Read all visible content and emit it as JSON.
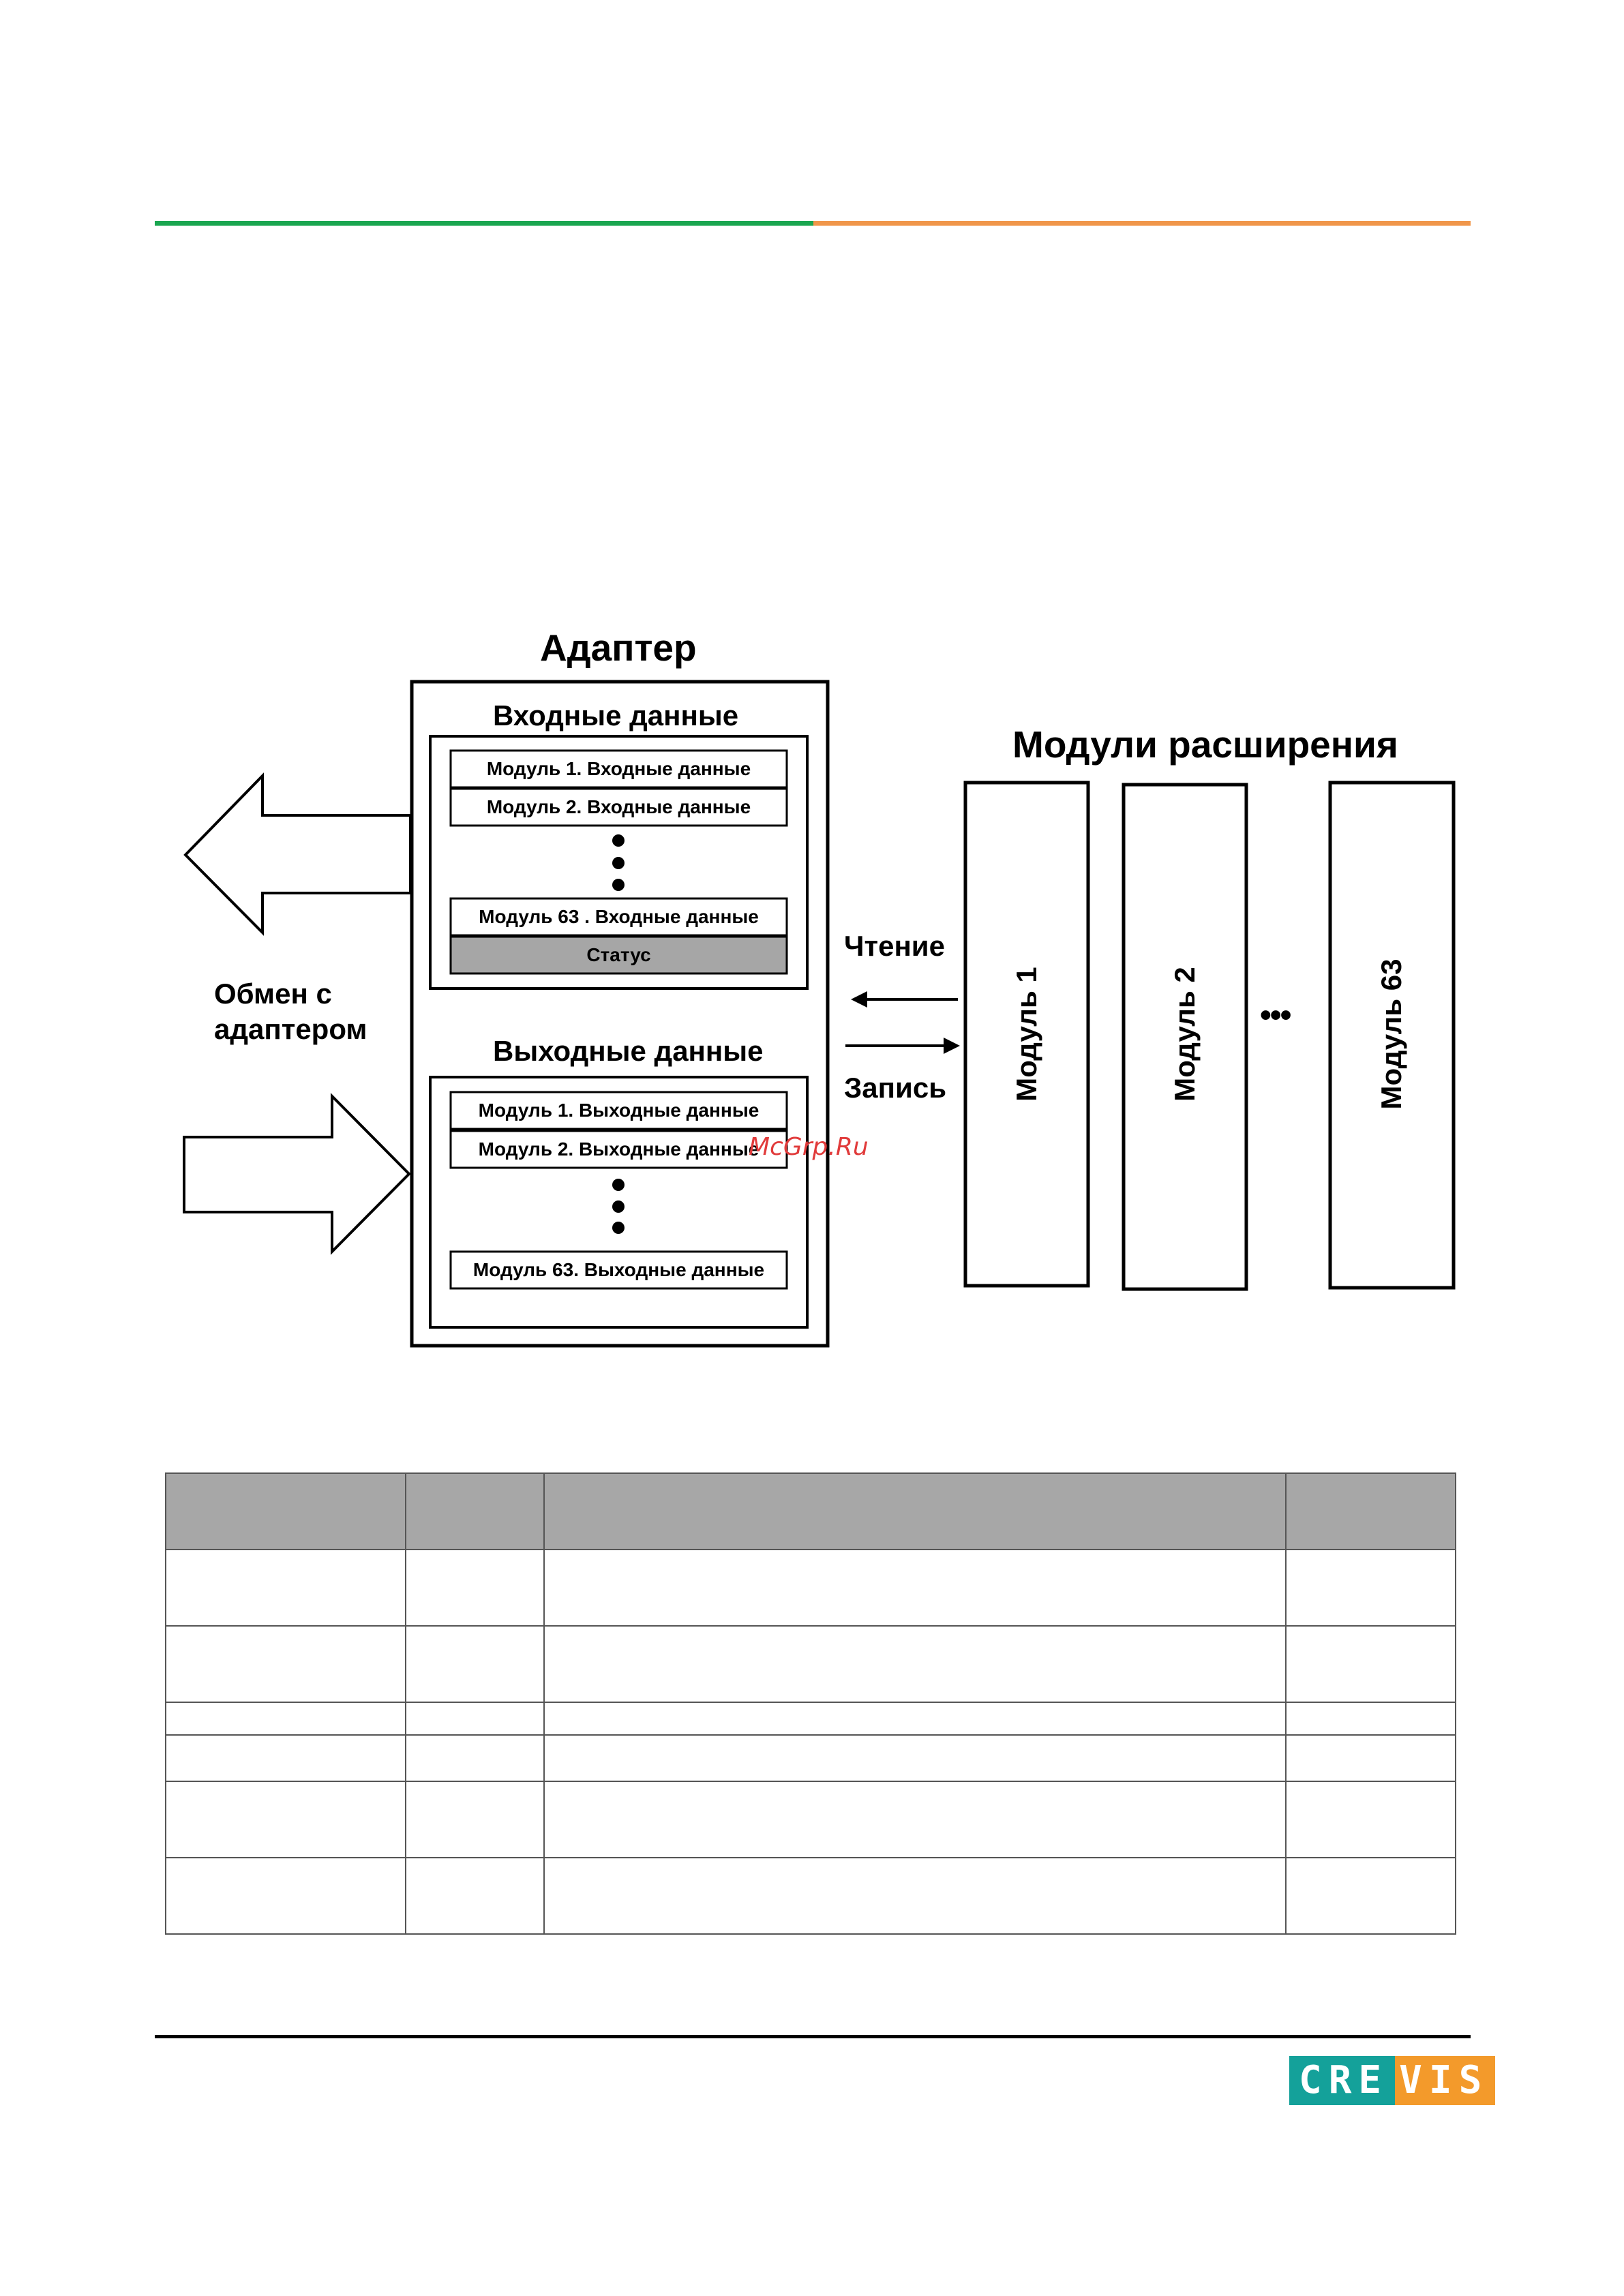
{
  "diagram": {
    "adapter_title": "Адаптер",
    "input_section": "Входные данные",
    "input_rows": [
      "Модуль 1. Входные данные",
      "Модуль 2. Входные данные",
      "Модуль 63 . Входные данные"
    ],
    "status_row": "Статус",
    "output_section": "Выходные данные",
    "output_rows": [
      "Модуль 1. Выходные данные",
      "Модуль 2. Выходные данные",
      "Модуль 63. Выходные данные"
    ],
    "exchange_label_line1": "Обмен с",
    "exchange_label_line2": "адаптером",
    "read_label": "Чтение",
    "write_label": "Запись",
    "modules_title": "Модули расширения",
    "modules": [
      "Модуль 1",
      "Модуль 2",
      "Модуль 63"
    ],
    "ellipsis": "•••"
  },
  "watermark": "McGrp.Ru",
  "logo": {
    "part1": "CRE",
    "part2": "VIS",
    "color_teal": "#14a19a",
    "color_orange": "#f39a2b"
  },
  "colors": {
    "header_green": "#1aa650",
    "header_orange": "#f0964a",
    "table_header": "#a7a7a7",
    "status_fill": "#a6a6a6"
  },
  "table": {
    "headers": [
      "",
      "",
      "",
      ""
    ],
    "rows": [
      [
        "",
        "",
        "",
        ""
      ],
      [
        "",
        "",
        "",
        ""
      ],
      [
        "",
        "",
        "",
        ""
      ],
      [
        "",
        "",
        "",
        ""
      ],
      [
        "",
        "",
        "",
        ""
      ],
      [
        "",
        "",
        "",
        ""
      ]
    ]
  }
}
